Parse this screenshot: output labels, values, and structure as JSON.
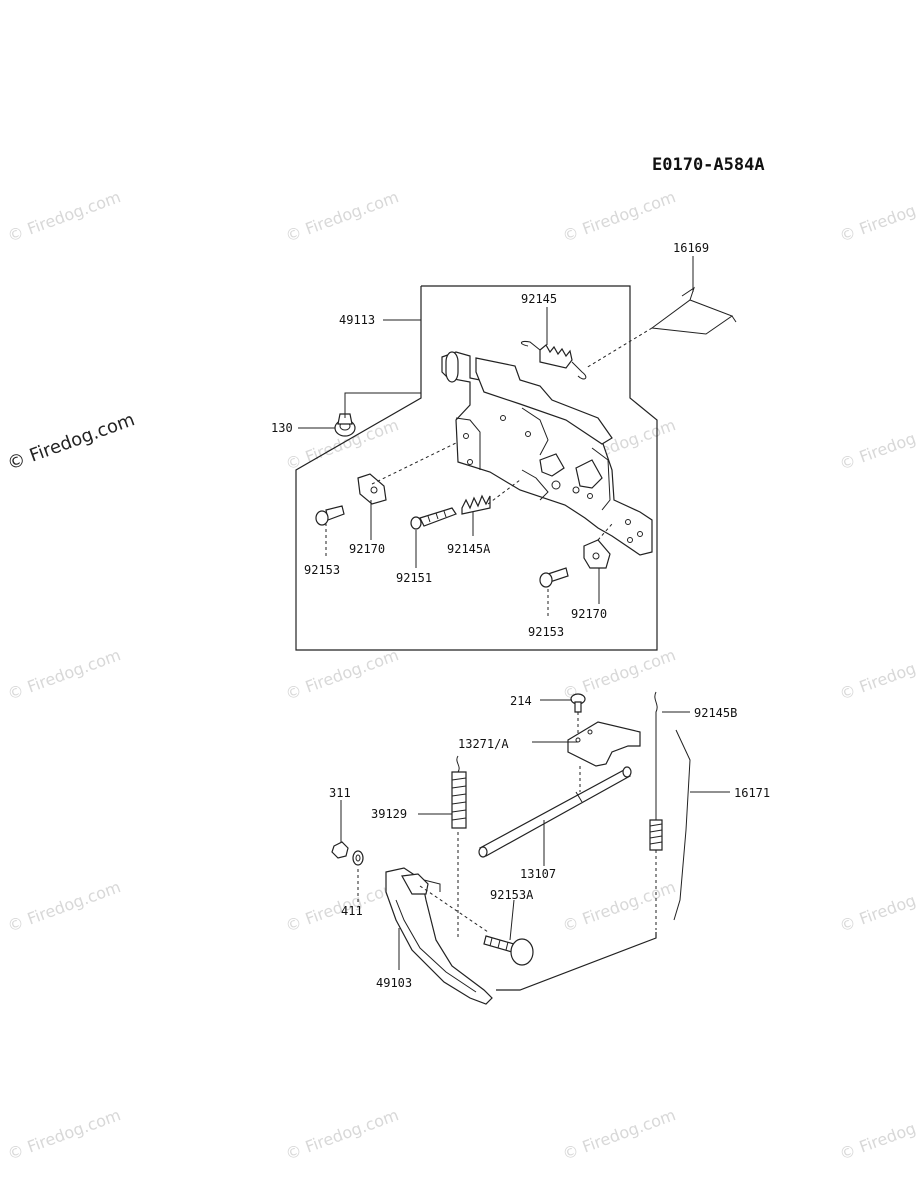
{
  "diagram_code": "E0170-A584A",
  "watermark_text": "© Firedog.com",
  "colors": {
    "ink": "#111111",
    "watermark": "#d8d8d8",
    "background": "#ffffff"
  },
  "parts_top": {
    "p16169": "16169",
    "p92145": "92145",
    "p49113": "49113",
    "p130": "130",
    "p92170_left": "92170",
    "p92153_left": "92153",
    "p92145A": "92145A",
    "p92151": "92151",
    "p92170_right": "92170",
    "p92153_right": "92153"
  },
  "parts_bottom": {
    "p214": "214",
    "p92145B": "92145B",
    "p13271A": "13271/A",
    "p16171": "16171",
    "p311": "311",
    "p39129": "39129",
    "p13107": "13107",
    "p92153A": "92153A",
    "p411": "411",
    "p49103": "49103"
  }
}
